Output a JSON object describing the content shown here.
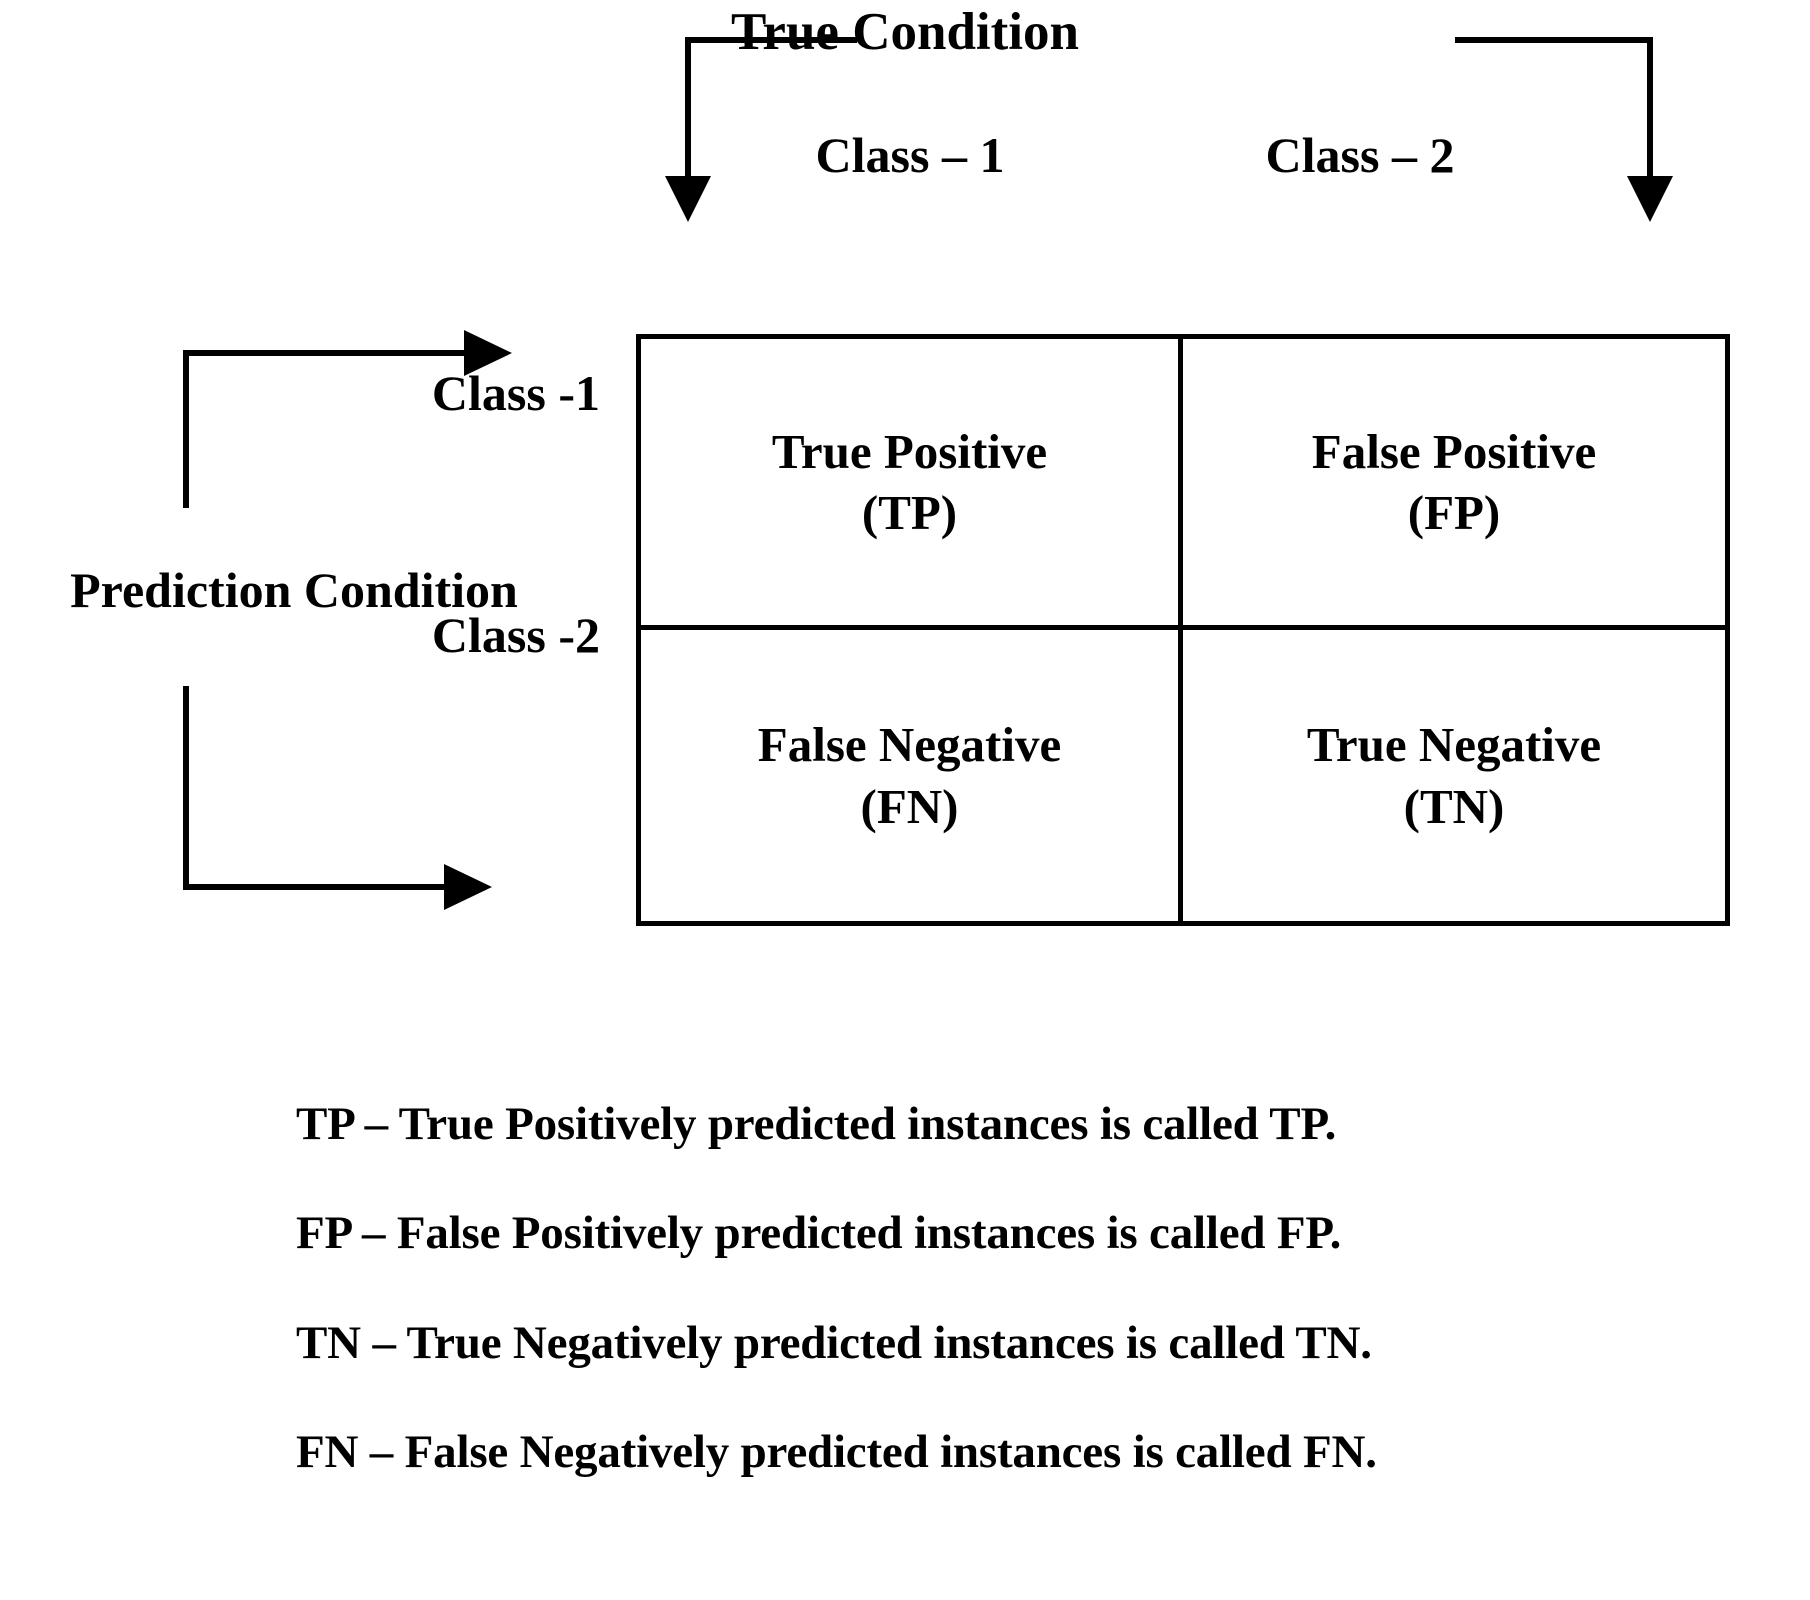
{
  "figure": {
    "type": "confusion-matrix-diagram",
    "top_axis": {
      "title": "True Condition",
      "columns": [
        "Class – 1",
        "Class – 2"
      ]
    },
    "left_axis": {
      "title": "Prediction Condition",
      "rows": [
        "Class -1",
        "Class -2"
      ]
    },
    "matrix": {
      "cells": [
        {
          "name": "true-positive",
          "line1": "True Positive",
          "line2": "(TP)"
        },
        {
          "name": "false-positive",
          "line1": "False Positive",
          "line2": "(FP)"
        },
        {
          "name": "false-negative",
          "line1": "False Negative",
          "line2": "(FN)"
        },
        {
          "name": "true-negative",
          "line1": "True Negative",
          "line2": "(TN)"
        }
      ]
    },
    "legend": [
      "TP – True Positively predicted instances is called TP.",
      "FP – False Positively predicted instances is called FP.",
      "TN – True Negatively predicted instances is called TN.",
      "FN – False Negatively predicted instances is called FN."
    ],
    "colors": {
      "ink": "#000000",
      "background": "#ffffff"
    }
  }
}
